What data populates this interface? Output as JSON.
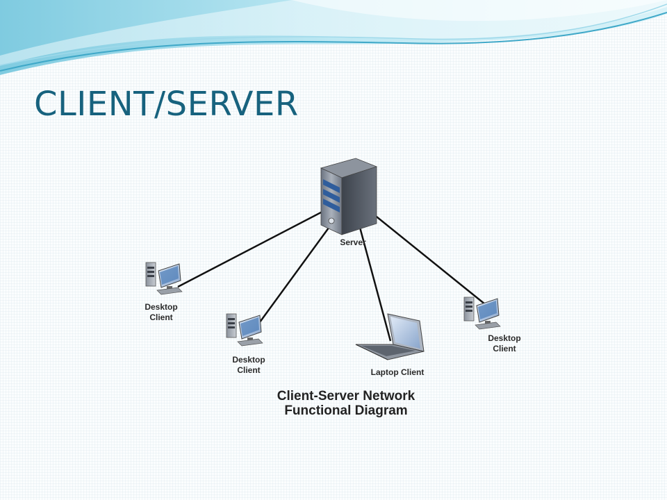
{
  "slide": {
    "title": "CLIENT/SERVER",
    "colors": {
      "title": "#17627e",
      "swoosh_light": "#b9e6f2",
      "swoosh_dark": "#3fa8c8"
    }
  },
  "diagram": {
    "caption": "Client-Server Network\nFunctional Diagram",
    "nodes": [
      {
        "id": "server",
        "icon": "server-tower-icon",
        "label": "Server"
      },
      {
        "id": "desktop-1",
        "icon": "desktop-computer-icon",
        "label": "Desktop\nClient"
      },
      {
        "id": "desktop-2",
        "icon": "desktop-computer-icon",
        "label": "Desktop\nClient"
      },
      {
        "id": "laptop",
        "icon": "laptop-icon",
        "label": "Laptop Client"
      },
      {
        "id": "desktop-3",
        "icon": "desktop-computer-icon",
        "label": "Desktop\nClient"
      }
    ],
    "edges": [
      {
        "from": "server",
        "to": "desktop-1"
      },
      {
        "from": "server",
        "to": "desktop-2"
      },
      {
        "from": "server",
        "to": "laptop"
      },
      {
        "from": "server",
        "to": "desktop-3"
      }
    ]
  }
}
